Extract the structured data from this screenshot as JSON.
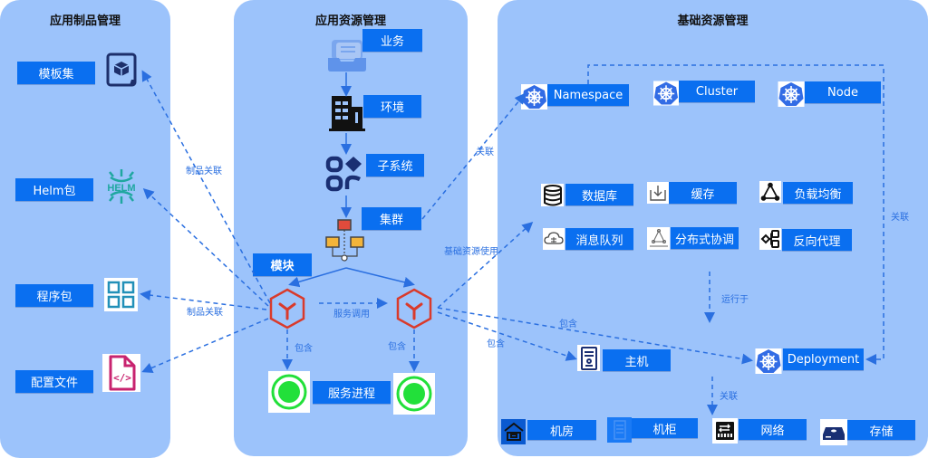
{
  "panels": {
    "artifacts": {
      "title": "应用制品管理",
      "items": [
        {
          "label": "模板集",
          "icon": "template-set-icon"
        },
        {
          "label": "Helm包",
          "icon": "helm-icon",
          "icon_text": "HELM"
        },
        {
          "label": "程序包",
          "icon": "package-grid-icon"
        },
        {
          "label": "配置文件",
          "icon": "config-file-code-icon",
          "icon_text": "</>"
        }
      ]
    },
    "app_resources": {
      "title": "应用资源管理",
      "items": [
        {
          "label": "业务",
          "icon": "business-inbox-icon"
        },
        {
          "label": "环境",
          "icon": "building-icon"
        },
        {
          "label": "子系统",
          "icon": "subsystem-apps-icon"
        },
        {
          "label": "集群",
          "icon": "cluster-network-icon"
        },
        {
          "label": "模块",
          "icon": "module-hexagon-icon"
        },
        {
          "label": "服务进程",
          "icon": "process-circle-icon"
        }
      ]
    },
    "infra": {
      "title": "基础资源管理",
      "k8s": [
        {
          "label": "Namespace",
          "icon": "kubernetes-icon"
        },
        {
          "label": "Cluster",
          "icon": "kubernetes-icon"
        },
        {
          "label": "Node",
          "icon": "kubernetes-icon"
        },
        {
          "label": "Deployment",
          "icon": "kubernetes-icon"
        }
      ],
      "middleware": [
        {
          "label": "数据库",
          "icon": "database-icon"
        },
        {
          "label": "缓存",
          "icon": "cache-download-icon"
        },
        {
          "label": "负载均衡",
          "icon": "load-balance-triangle-icon"
        },
        {
          "label": "消息队列",
          "icon": "message-queue-cloud-icon"
        },
        {
          "label": "分布式协调",
          "icon": "distributed-coord-icon"
        },
        {
          "label": "反向代理",
          "icon": "reverse-proxy-icon"
        }
      ],
      "host": {
        "label": "主机",
        "icon": "host-server-icon"
      },
      "facilities": [
        {
          "label": "机房",
          "icon": "datacenter-house-icon"
        },
        {
          "label": "机柜",
          "icon": "rack-cabinet-icon"
        },
        {
          "label": "网络",
          "icon": "network-switch-icon"
        },
        {
          "label": "存储",
          "icon": "storage-disk-icon"
        }
      ]
    }
  },
  "edges": {
    "artifact_link_1": "制品关联",
    "artifact_link_2": "制品关联",
    "service_call": "服务调用",
    "contains_1": "包含",
    "contains_2": "包含",
    "contains_3": "包含",
    "contains_4": "包含",
    "related_ns": "关联",
    "infra_usage": "基础资源使用",
    "runs_on": "运行于",
    "related_facility": "关联",
    "related_node": "关联"
  },
  "colors": {
    "panel": "#9cc3fb",
    "label": "#0a6ff0",
    "edge": "#2a6fe0",
    "module": "#d93a2b",
    "process": "#22e03a"
  }
}
